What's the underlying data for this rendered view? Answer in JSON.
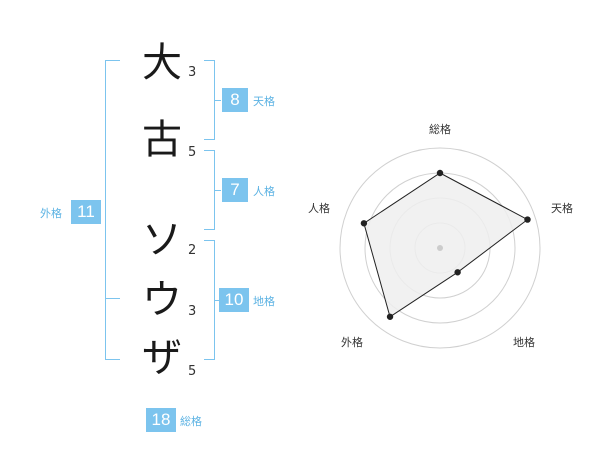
{
  "name_chars": [
    {
      "char": "大",
      "strokes": "3"
    },
    {
      "char": "古",
      "strokes": "5"
    },
    {
      "char": "ソ",
      "strokes": "2"
    },
    {
      "char": "ウ",
      "strokes": "3"
    },
    {
      "char": "ザ",
      "strokes": "5"
    }
  ],
  "kaku": {
    "tenkaku": {
      "value": "8",
      "label": "天格"
    },
    "jinkaku": {
      "value": "7",
      "label": "人格"
    },
    "chikaku": {
      "value": "10",
      "label": "地格"
    },
    "gaikaku": {
      "value": "11",
      "label": "外格"
    },
    "soukaku": {
      "value": "18",
      "label": "総格"
    }
  },
  "colors": {
    "accent": "#7cc4ee",
    "label": "#5bb2e3",
    "radar_fill": "#eeeeee",
    "ring": "#d0d0d0"
  },
  "chart_data": {
    "type": "radar",
    "axes": [
      "総格",
      "天格",
      "地格",
      "外格",
      "人格"
    ],
    "values": [
      0.75,
      0.92,
      0.3,
      0.85,
      0.8
    ],
    "scale_max": 1,
    "rings": 4
  }
}
